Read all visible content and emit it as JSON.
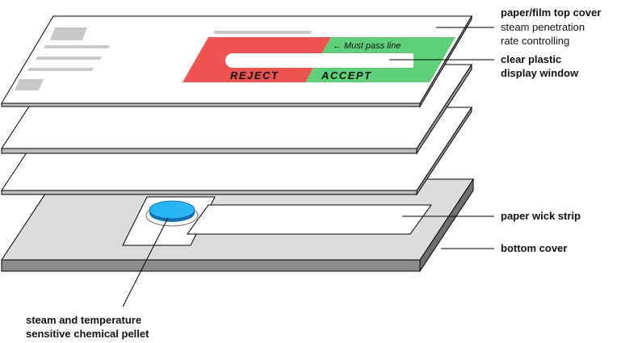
{
  "labels": {
    "top_cover_title": "paper/film top cover",
    "top_cover_sub1": "steam penetration",
    "top_cover_sub2": "rate controlling",
    "window_line1": "clear plastic",
    "window_line2": "display window",
    "wick_strip": "paper wick strip",
    "bottom_cover": "bottom cover",
    "pellet_line1": "steam and temperature",
    "pellet_line2": "sensitive chemical pellet"
  },
  "indicator": {
    "reject": "REJECT",
    "accept": "ACCEPT",
    "must_pass": "Must pass line",
    "arrow": "←"
  },
  "colors": {
    "reject": "#ef5350",
    "accept": "#5cd17a",
    "pellet": "#29b6f6",
    "bottom_cover": "#dcdcdc",
    "placeholder": "#c8c8c8"
  }
}
